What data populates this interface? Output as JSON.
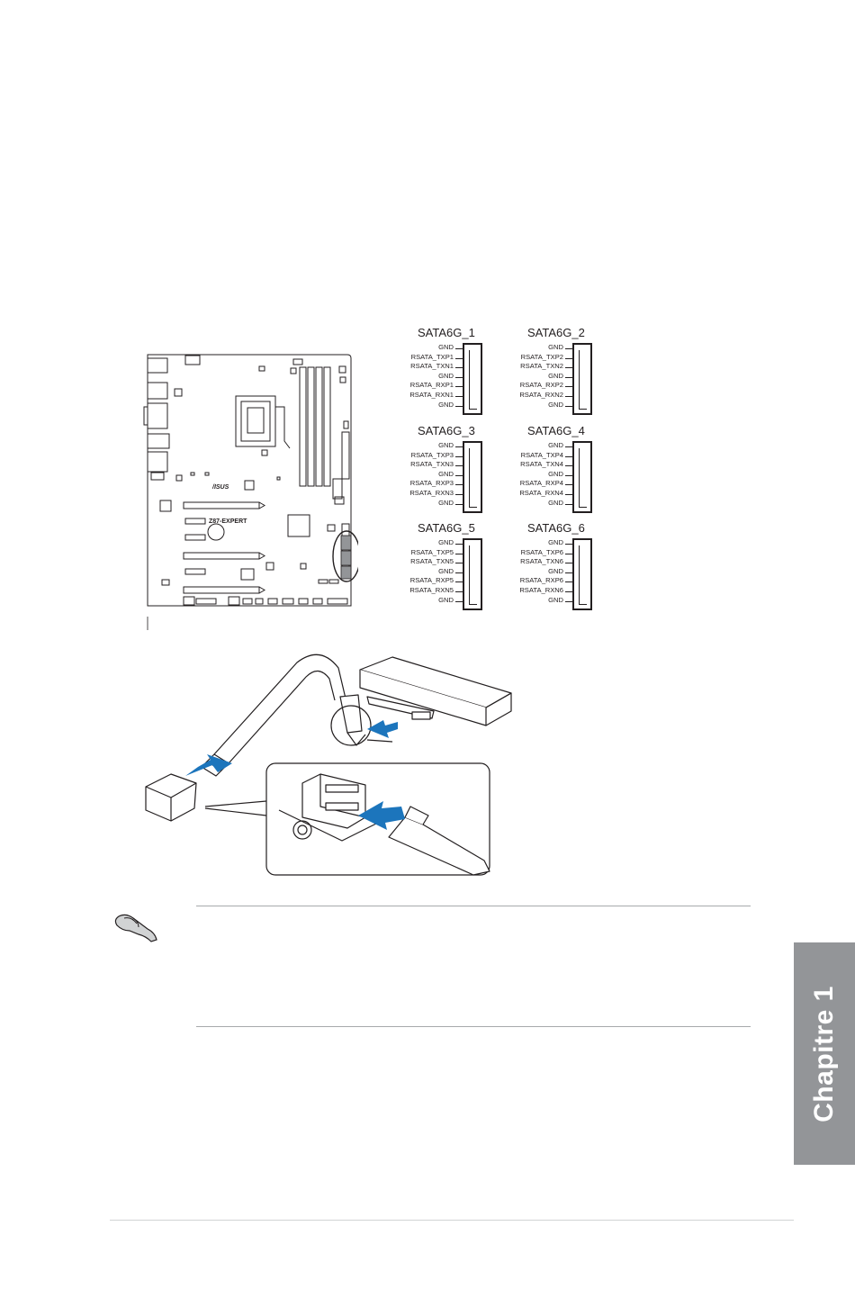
{
  "motherboard": {
    "model_label": "Z87-EXPERT",
    "brand_label": "/ISUS"
  },
  "connectors": [
    {
      "title": "SATA6G_1",
      "pins": [
        "GND",
        "RSATA_TXP1",
        "RSATA_TXN1",
        "GND",
        "RSATA_RXP1",
        "RSATA_RXN1",
        "GND"
      ]
    },
    {
      "title": "SATA6G_2",
      "pins": [
        "GND",
        "RSATA_TXP2",
        "RSATA_TXN2",
        "GND",
        "RSATA_RXP2",
        "RSATA_RXN2",
        "GND"
      ]
    },
    {
      "title": "SATA6G_3",
      "pins": [
        "GND",
        "RSATA_TXP3",
        "RSATA_TXN3",
        "GND",
        "RSATA_RXP3",
        "RSATA_RXN3",
        "GND"
      ]
    },
    {
      "title": "SATA6G_4",
      "pins": [
        "GND",
        "RSATA_TXP4",
        "RSATA_TXN4",
        "GND",
        "RSATA_RXP4",
        "RSATA_RXN4",
        "GND"
      ]
    },
    {
      "title": "SATA6G_5",
      "pins": [
        "GND",
        "RSATA_TXP5",
        "RSATA_TXN5",
        "GND",
        "RSATA_RXP5",
        "RSATA_RXN5",
        "GND"
      ]
    },
    {
      "title": "SATA6G_6",
      "pins": [
        "GND",
        "RSATA_TXP6",
        "RSATA_TXN6",
        "GND",
        "RSATA_RXP6",
        "RSATA_RXN6",
        "GND"
      ]
    }
  ],
  "sidebar": {
    "chapter_label": "Chapitre 1"
  },
  "colors": {
    "tab_gray": "#939598",
    "arrow_blue": "#1c75bc",
    "ink": "#231f20",
    "rule_gray": "#a7a9ac"
  }
}
